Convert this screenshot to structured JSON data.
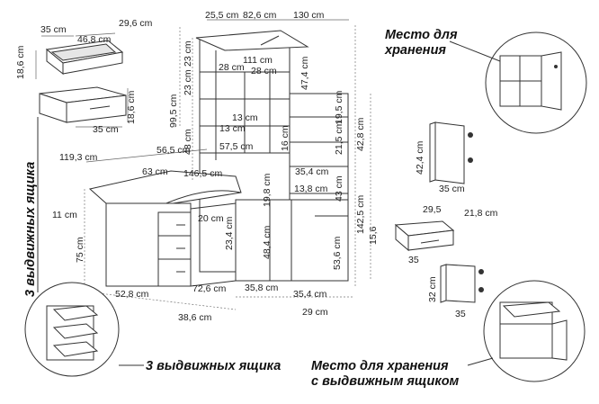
{
  "labels": {
    "storage": [
      "Место для",
      "хранения"
    ],
    "three_drawers": "3 выдвижных ящика",
    "three_drawers_vertical": "3 выдвижных ящика",
    "storage_with_drawer": [
      "Место для хранения",
      "с выдвижным ящиком"
    ]
  },
  "dimensions": {
    "d35_top": "35 cm",
    "d46_8": "46,8 cm",
    "d29_6": "29,6 cm",
    "d18_6_a": "18,6 cm",
    "d18_6_b": "18,6 cm",
    "d35_mid": "35 cm",
    "d25_5": "25,5 cm",
    "d82_6": "82,6 cm",
    "d130": "130 cm",
    "d23_a": "23 cm",
    "d23_b": "23 cm",
    "d99_5": "99,5 cm",
    "d111": "111 cm",
    "d28_a": "28 cm",
    "d28_b": "28 cm",
    "d47_4": "47,4 cm",
    "d13_a": "13 cm",
    "d13_b": "13 cm",
    "d48": "48 cm",
    "d16": "16 cm",
    "d21_5": "21,5 cm",
    "d19_5": "19,5 cm",
    "d42_8": "42,8 cm",
    "d56_5": "56,5 cm",
    "d57_5": "57,5 cm",
    "d119_3": "119,3 cm",
    "d63": "63 cm",
    "d146_5": "146,5 cm",
    "d35_4_a": "35,4 cm",
    "d13_8": "13,8 cm",
    "d19_8": "19,8 cm",
    "d43": "43 cm",
    "d142_5": "142,5 cm",
    "d11": "11 cm",
    "d20": "20 cm",
    "d23_4": "23,4 cm",
    "d48_4": "48,4 cm",
    "d75": "75 cm",
    "d53_6": "53,6 cm",
    "d15_6": "15,6",
    "d52_8": "52,8 cm",
    "d72_6": "72,6 cm",
    "d35_8": "35,8 cm",
    "d35_4_b": "35,4 cm",
    "d38_6": "38,6 cm",
    "d29": "29 cm",
    "d42_4": "42,4 cm",
    "d35_door": "35 cm",
    "d29_5": "29,5",
    "d21_8": "21,8 cm",
    "d35_drawer": "35",
    "d32": "32 cm",
    "d35_bottom": "35"
  }
}
